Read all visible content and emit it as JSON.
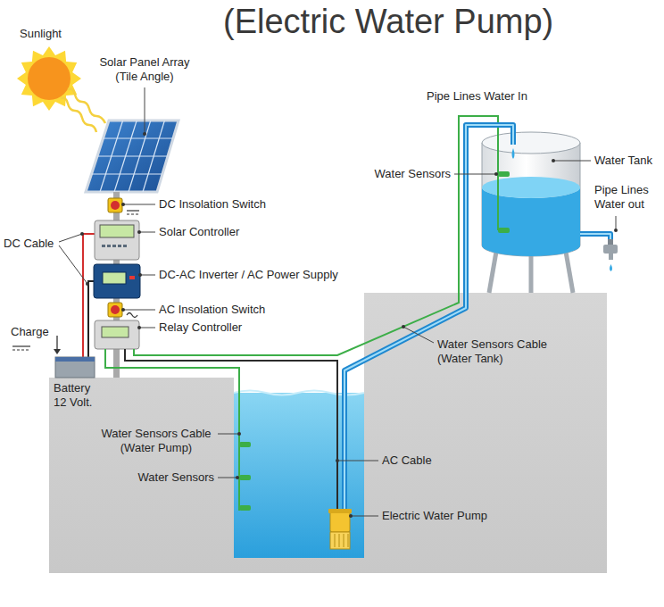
{
  "diagram": {
    "title": "(Electric Water Pump)",
    "labels": [
      "Sunlight",
      "Solar Panel Array (Tile Angle)",
      "Pipe Lines Water In",
      "Water Sensors",
      "Water Tank",
      "DC Insolation Switch",
      "Pipe Lines Water out",
      "Solar Controller",
      "DC Cable",
      "DC-AC Inverter / AC Power Supply",
      "AC Insolation Switch",
      "Relay Controller",
      "Charge",
      "Water Sensors Cable (Water Tank)",
      "Battery 12 Volt.",
      "Water Sensors Cable (Water Pump)",
      "AC Cable",
      "Water Sensors",
      "Electric Water Pump"
    ]
  }
}
